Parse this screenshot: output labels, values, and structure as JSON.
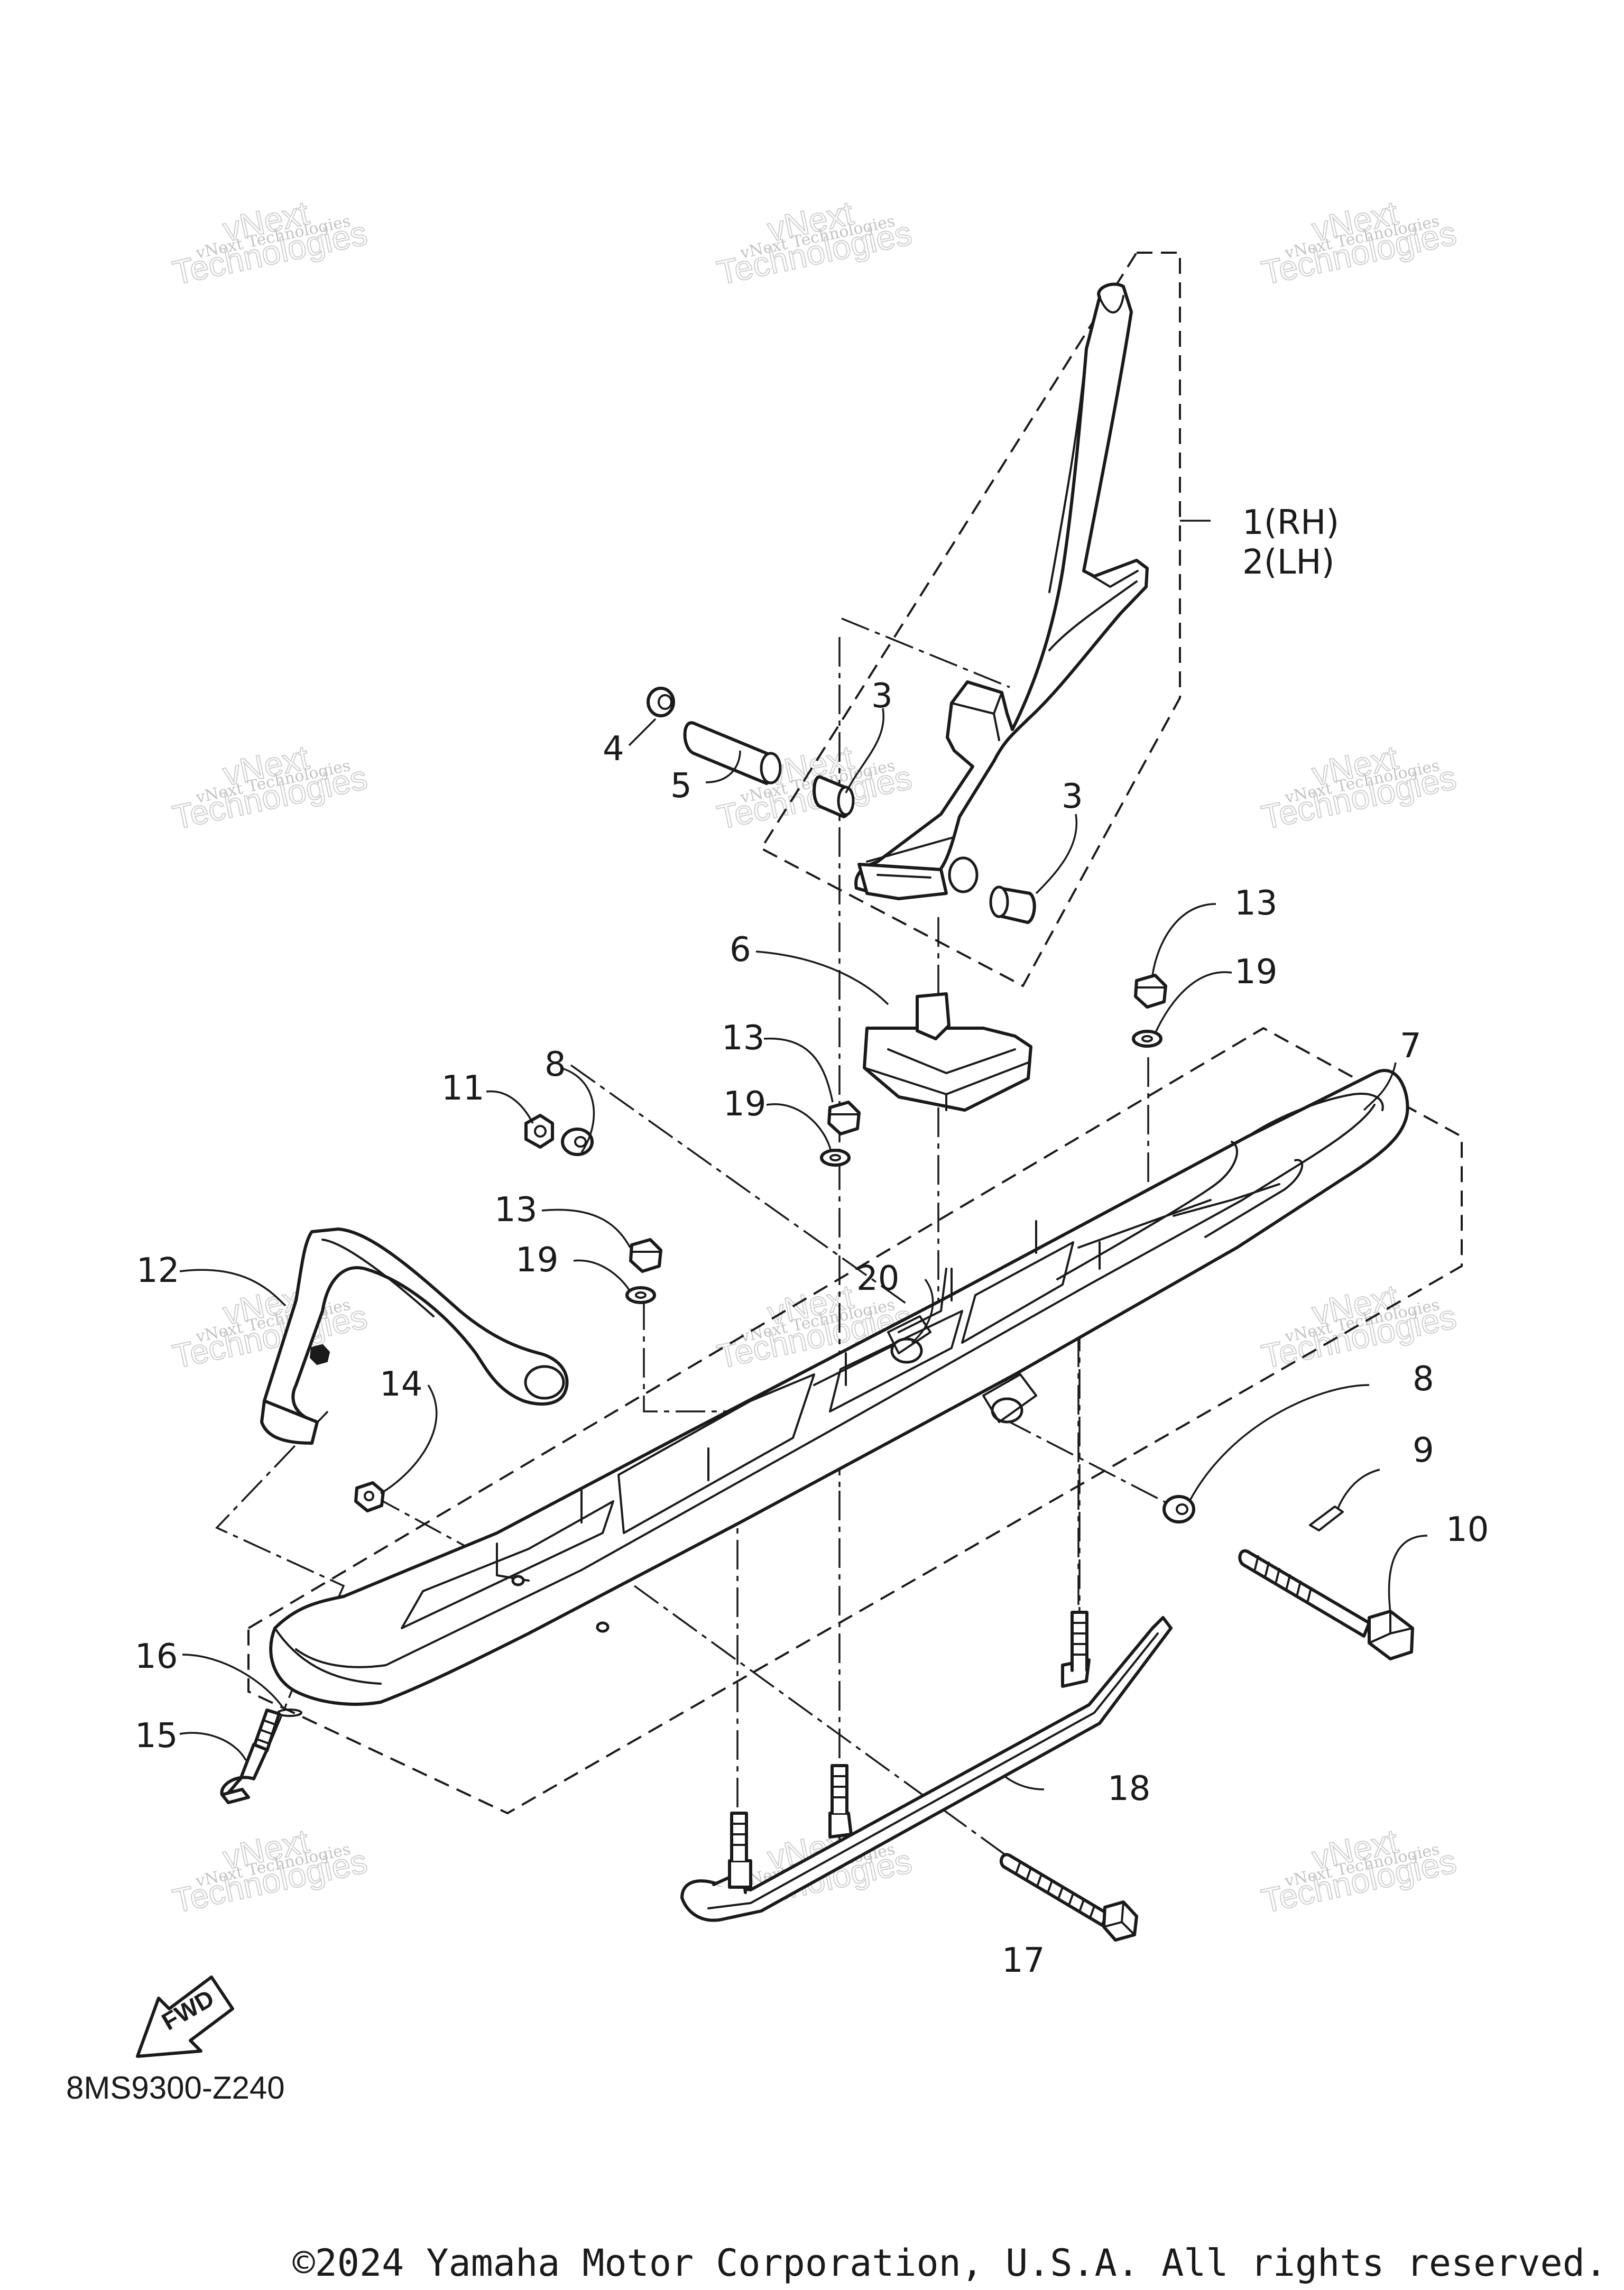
{
  "diagram": {
    "callouts": {
      "c1": "1(RH)",
      "c2": "2(LH)",
      "c3a": "3",
      "c3b": "3",
      "c4": "4",
      "c5": "5",
      "c6": "6",
      "c7": "7",
      "c8a": "8",
      "c8b": "8",
      "c9": "9",
      "c10": "10",
      "c11": "11",
      "c12": "12",
      "c13a": "13",
      "c13b": "13",
      "c13c": "13",
      "c14": "14",
      "c15": "15",
      "c16": "16",
      "c17": "17",
      "c18": "18",
      "c19a": "19",
      "c19b": "19",
      "c19c": "19",
      "c20": "20"
    },
    "fwd_label": "FWD",
    "diagram_code": "8MS9300-Z240",
    "copyright": "©2024 Yamaha Motor Corporation, U.S.A. All rights reserved.",
    "watermark": {
      "line1": "vNext Technologies",
      "line2": "vNext",
      "line3": "Technologies"
    }
  }
}
